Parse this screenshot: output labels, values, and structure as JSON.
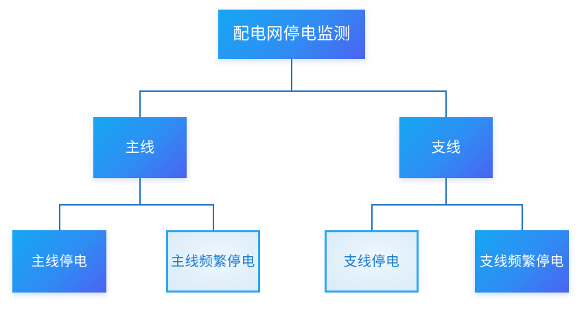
{
  "diagram": {
    "root": {
      "label": "配电网停电监测"
    },
    "level1": [
      {
        "id": "main-line",
        "label": "主线"
      },
      {
        "id": "branch-line",
        "label": "支线"
      }
    ],
    "level2": [
      {
        "id": "main-line-outage",
        "label": "主线停电",
        "variant": "solid"
      },
      {
        "id": "main-line-frequent-outage",
        "label": "主线频繁停电",
        "variant": "outline"
      },
      {
        "id": "branch-line-outage",
        "label": "支线停电",
        "variant": "outline"
      },
      {
        "id": "branch-line-frequent-outage",
        "label": "支线频繁停电",
        "variant": "solid"
      }
    ],
    "colors": {
      "node_gradient_start": "#16a6f3",
      "node_gradient_end": "#4b63f1",
      "node_text": "#ffffff",
      "outline_border": "#2fa6f0",
      "outline_background": "#e2f0fa",
      "outline_text": "#157bd2",
      "connector": "#1e73c2",
      "background": "#ffffff"
    }
  }
}
